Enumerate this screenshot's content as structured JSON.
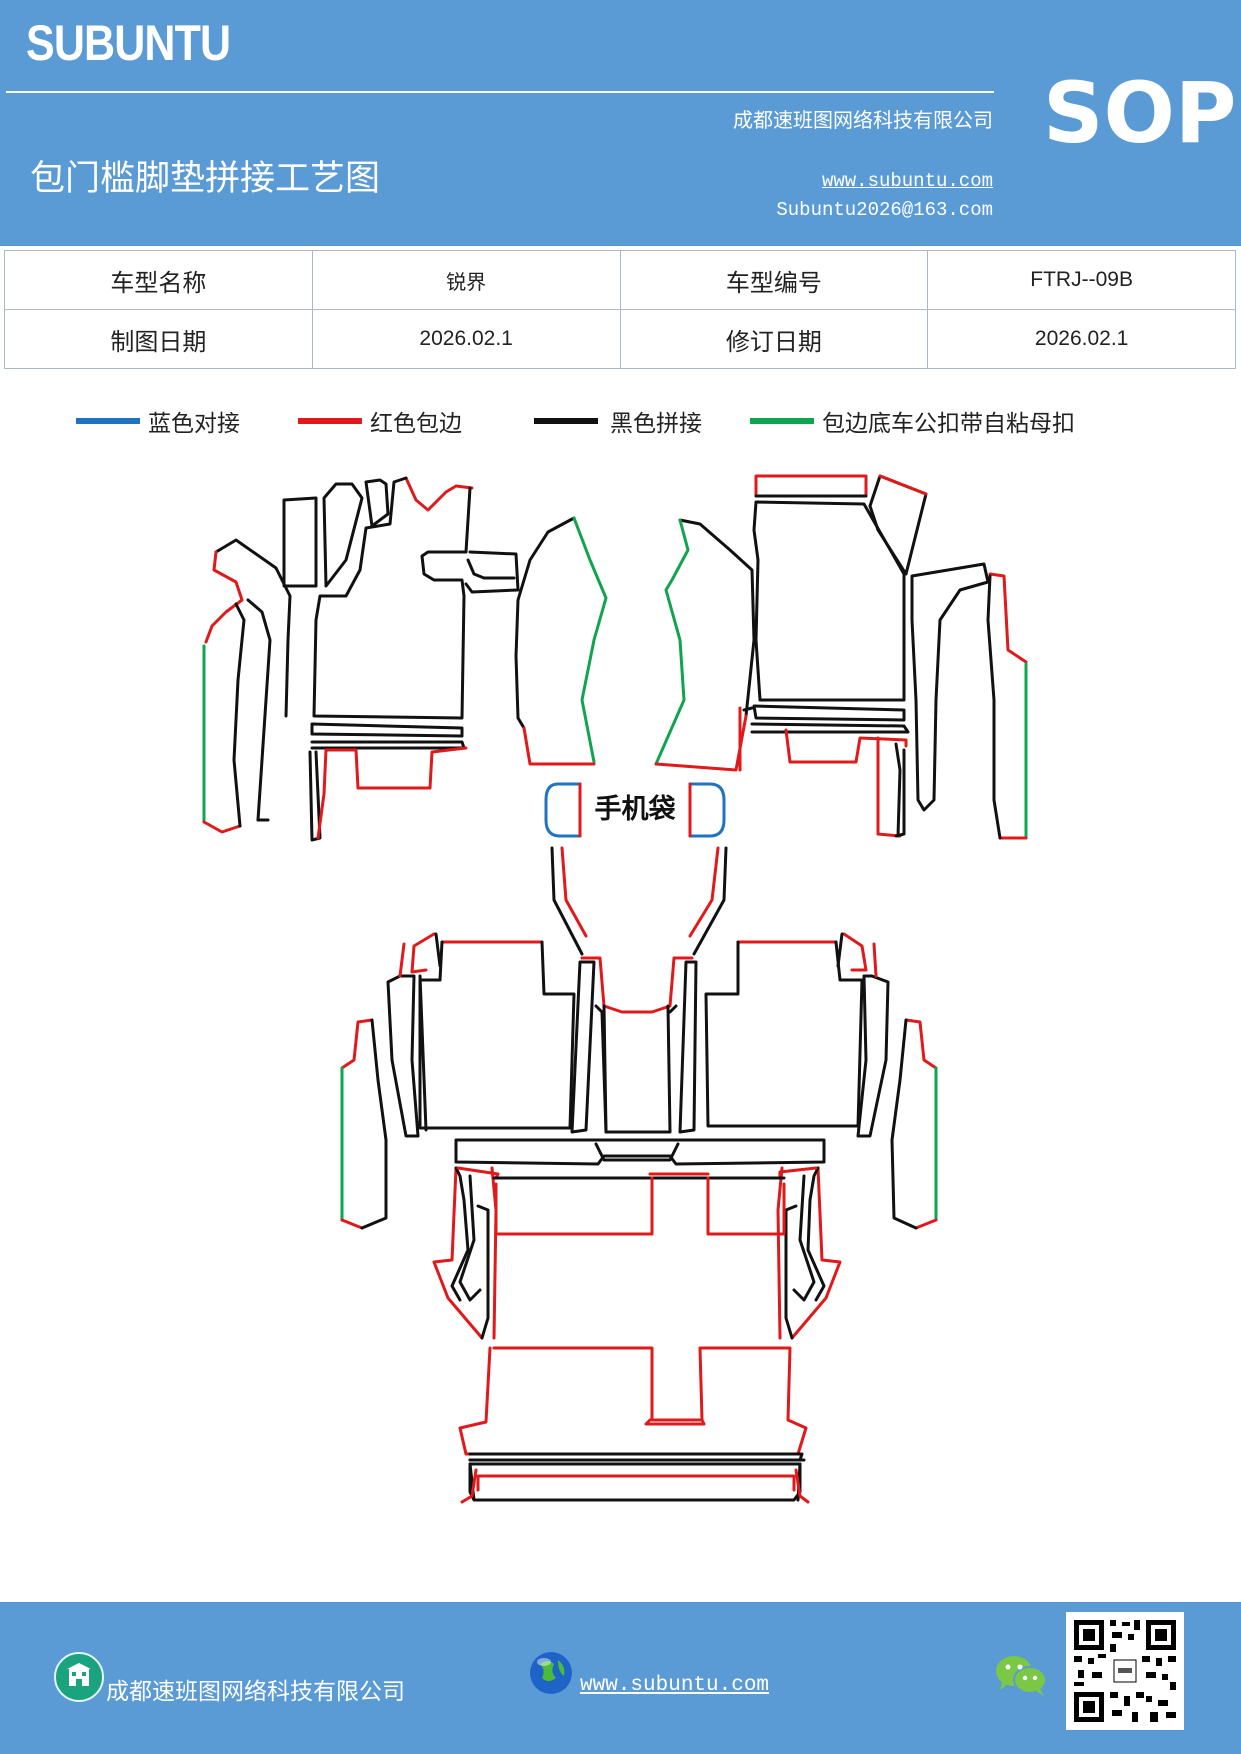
{
  "header": {
    "brand": "SUBUNTU",
    "company": "成都速班图网络科技有限公司",
    "title": "包门槛脚垫拼接工艺图",
    "website": "www.subuntu.com",
    "email": "Subuntu2026@163.com",
    "badge": "SOP",
    "background_color": "#5b9bd5"
  },
  "info_table": {
    "rows": [
      [
        "车型名称",
        "锐界",
        "车型编号",
        "FTRJ--09B"
      ],
      [
        "制图日期",
        "2026.02.1",
        "修订日期",
        "2026.02.1"
      ]
    ]
  },
  "legend": [
    {
      "label": "蓝色对接",
      "color": "#1f73c1"
    },
    {
      "label": "红色包边",
      "color": "#e0191a"
    },
    {
      "label": "黑色拼接",
      "color": "#111111"
    },
    {
      "label": "包边底车公扣带自粘母扣",
      "color": "#10a44f"
    }
  ],
  "drawing": {
    "label": "手机袋",
    "colors": {
      "black": "#111111",
      "red": "#e0191a",
      "green": "#10a44f",
      "blue": "#1f73c1"
    }
  },
  "footer": {
    "company": "成都速班图网络科技有限公司",
    "website": "www.subuntu.com",
    "icons": [
      "building-icon",
      "globe-icon",
      "wechat-icon",
      "qr-code"
    ]
  }
}
